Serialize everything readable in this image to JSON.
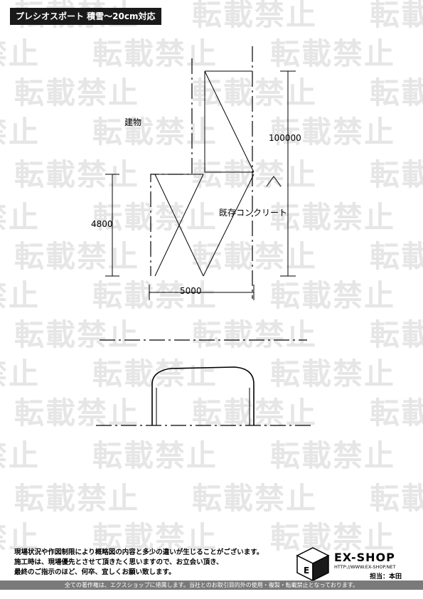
{
  "title": "プレシオスポート 積雪～20cm対応",
  "watermark": "転載禁止",
  "drawing": {
    "building_label": "建物",
    "concrete_label": "既存コンクリート",
    "dim_depth": "100000",
    "dim_height": "4800",
    "dim_width": "5000"
  },
  "notes": [
    "現場状況や作図制限により概略図の内容と多少の違いが生じることがございます。",
    "施工時は、現場優先とさせて頂きたく思いますので、お立会い頂き、",
    "最終のご指示のほど、何卒、宜しくお願い致します。"
  ],
  "brand": {
    "name": "EX-SHOP",
    "url": "HTTP://WWW.EX-SHOP.NET",
    "person": "担当：本田"
  },
  "copyright": "全ての著作権は、エクスショップに帰属します。当社とのお取引目的外の使用・複製・転載禁止となっております。",
  "colors": {
    "watermark": "#e6e6e6",
    "title_bg": "#1a1a1a",
    "footer_bar": "#7a7a7a"
  }
}
